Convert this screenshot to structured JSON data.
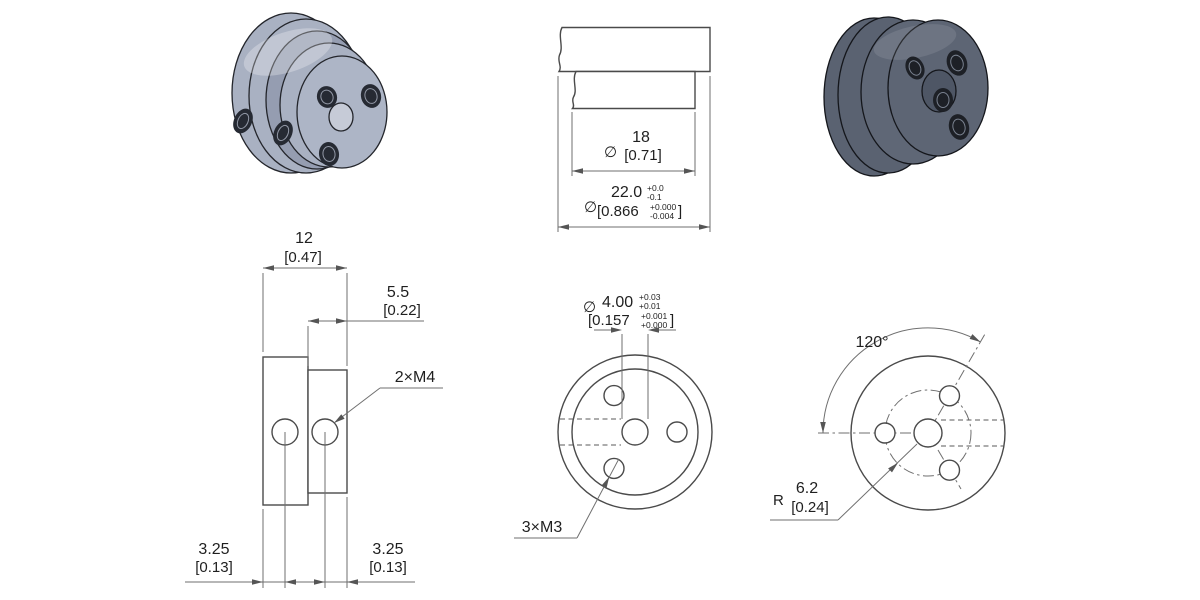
{
  "title": "scale-model-hub-technical-drawing",
  "colors": {
    "background": "#ffffff",
    "object_line": "#4a4a4a",
    "dimension_line": "#6f6f6f",
    "text": "#1f1f1f",
    "part_light_body": "#a9b1c2",
    "part_light_groove": "#959db1",
    "part_light_face": "#adb5c6",
    "part_light_bore": "#c6cbd7",
    "part_dark_body": "#5a6271",
    "part_dark_mid": "#5f6776",
    "part_dark_face": "#5d6574",
    "part_dark_recess": "#4e5665",
    "hole_dark_light_part": "#262a33",
    "hole_dark_dark_part": "#1d2026",
    "thread_light": "#9298a6",
    "thread_dark": "#79818f"
  },
  "dimensions": {
    "hub_diameter": {
      "symbol": "∅",
      "mm": "18",
      "inch": "[0.71]"
    },
    "flange_diameter": {
      "symbol": "∅",
      "mm": "22.0",
      "mm_tol_upper": "+0.0",
      "mm_tol_lower": "-0.1",
      "inch_open": "[0.866",
      "inch_tol_upper": "+0.000",
      "inch_tol_lower": "-0.004",
      "bracket_close": "]"
    },
    "overall_width": {
      "mm": "12",
      "inch": "[0.47]"
    },
    "hub_width": {
      "mm": "5.5",
      "inch": "[0.22]"
    },
    "bore_diameter": {
      "symbol": "∅",
      "mm": "4.00",
      "mm_tol_upper": "+0.03",
      "mm_tol_lower": "+0.01",
      "inch_open": "[0.157",
      "inch_tol_upper": "+0.001",
      "inch_tol_lower": "+0.000",
      "bracket_close": "]"
    },
    "setscrew_offset_left": {
      "mm": "3.25",
      "inch": "[0.13]"
    },
    "setscrew_offset_right": {
      "mm": "3.25",
      "inch": "[0.13]"
    },
    "setscrew_thread_label": "2×M4",
    "mounting_thread_label": "3×M3",
    "hole_spacing_angle": "120°",
    "bolt_circle_radius": {
      "symbol": "R",
      "mm": "6.2",
      "inch": "[0.24]"
    }
  }
}
